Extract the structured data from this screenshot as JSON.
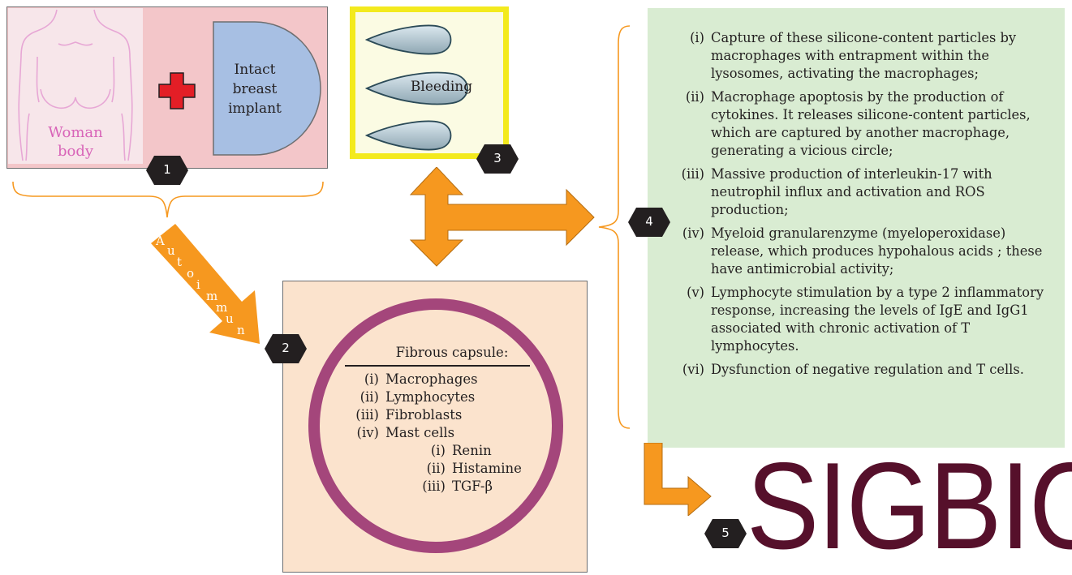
{
  "panel1": {
    "woman_label_line1": "Woman",
    "woman_label_line2": "body",
    "implant_line1": "Intact",
    "implant_line2": "breast",
    "implant_line3": "implant",
    "marker": "1"
  },
  "panel3": {
    "label": "Bleeding",
    "marker": "3"
  },
  "panel2": {
    "title": "Fibrous capsule:",
    "marker": "2",
    "items": [
      {
        "num": "(i)",
        "text": "Macrophages"
      },
      {
        "num": "(ii)",
        "text": "Lymphocytes"
      },
      {
        "num": "(iii)",
        "text": "Fibroblasts"
      },
      {
        "num": "(iv)",
        "text": "Mast cells"
      }
    ],
    "subitems": [
      {
        "num": "(i)",
        "text": "Renin"
      },
      {
        "num": "(ii)",
        "text": "Histamine"
      },
      {
        "num": "(iii)",
        "text": "TGF-β"
      }
    ]
  },
  "panel4": {
    "marker": "4",
    "items": [
      {
        "num": "(i)",
        "text": "Capture of these silicone-content particles by macrophages with entrapment within the lysosomes, activating the macrophages;"
      },
      {
        "num": "(ii)",
        "text": "Macrophage apoptosis by the production of cytokines. It releases silicone-content particles, which are captured by another macrophage, generating a vicious circle;"
      },
      {
        "num": "(iii)",
        "text": "Massive production of interleukin-17 with neutrophil influx and activation and ROS production;"
      },
      {
        "num": "(iv)",
        "text": "Myeloid granularenzyme (myeloperoxidase) release, which produces hypohalous acids ; these have antimicrobial activity;"
      },
      {
        "num": "(v)",
        "text": "Lymphocyte stimulation by a type 2 inflammatory response, increasing the levels of IgE and IgG1 associated with chronic activation of T lymphocytes."
      },
      {
        "num": "(vi)",
        "text": "Dysfunction of negative regulation and T cells."
      }
    ]
  },
  "arrow": {
    "letters": [
      "A",
      "u",
      "t",
      "o",
      "i",
      "m",
      "m",
      "u",
      "n"
    ]
  },
  "outcome": {
    "marker": "5",
    "text": "SIGBIC"
  },
  "colors": {
    "orange": "#f6981f",
    "capsule_ring": "#a4467b",
    "sigbic": "#56102b",
    "hexagon": "#231f20",
    "cross": "#e31e26",
    "implant": "#a7bfe3"
  }
}
